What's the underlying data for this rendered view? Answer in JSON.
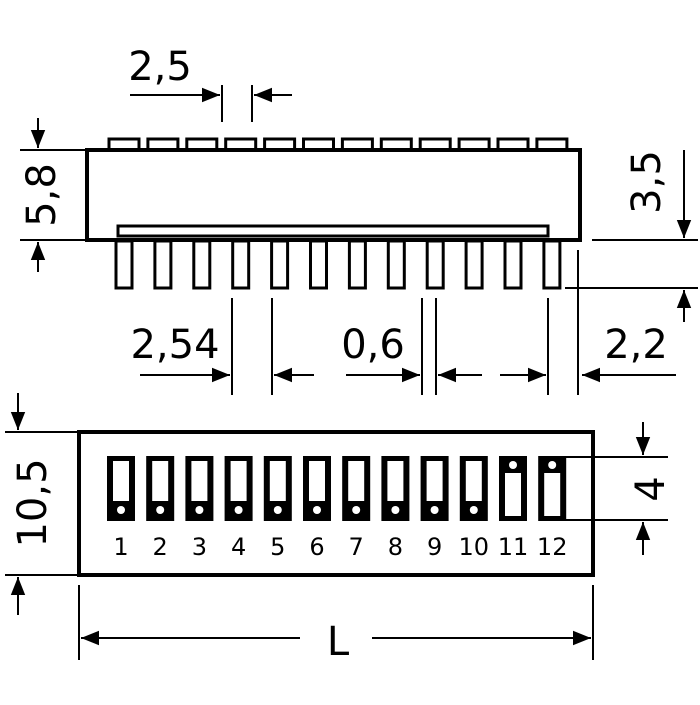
{
  "side_view": {
    "dim_pin_width": "2,5",
    "dim_height": "5,8",
    "dim_pin_length": "3,5",
    "dim_pitch": "2,54",
    "dim_lead_width": "0,6",
    "dim_standoff": "2,2"
  },
  "top_view": {
    "dim_width": "10,5",
    "dim_switch_height": "4",
    "dim_length": "L",
    "switch_numbers": [
      "1",
      "2",
      "3",
      "4",
      "5",
      "6",
      "7",
      "8",
      "9",
      "10",
      "11",
      "12"
    ],
    "switch_states": [
      "off",
      "off",
      "off",
      "off",
      "off",
      "off",
      "off",
      "off",
      "off",
      "off",
      "on",
      "on"
    ]
  },
  "colors": {
    "ink": "#000000",
    "paper": "#ffffff"
  }
}
